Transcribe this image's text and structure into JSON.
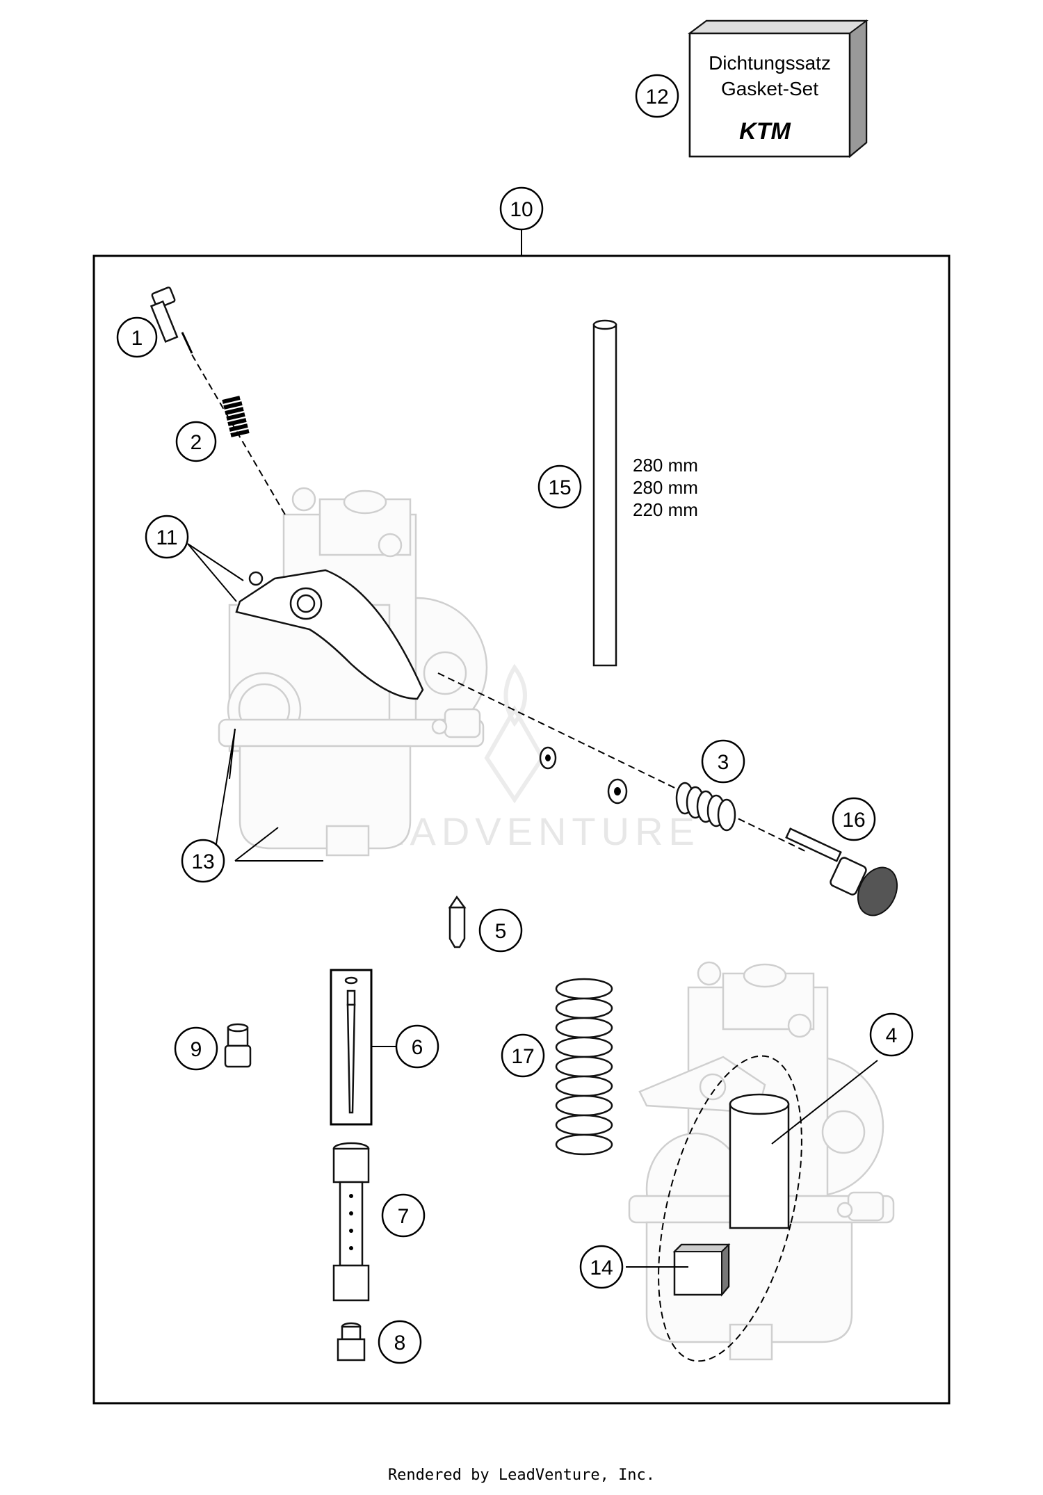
{
  "callouts": {
    "c1": "1",
    "c2": "2",
    "c3": "3",
    "c4": "4",
    "c5": "5",
    "c6": "6",
    "c7": "7",
    "c8": "8",
    "c9": "9",
    "c10": "10",
    "c11": "11",
    "c12": "12",
    "c13": "13",
    "c14": "14",
    "c15": "15",
    "c16": "16",
    "c17": "17"
  },
  "gasket_box": {
    "line1": "Dichtungssatz",
    "line2": "Gasket-Set",
    "brand": "KTM"
  },
  "hose_lengths": [
    "280 mm",
    "280 mm",
    "220 mm"
  ],
  "watermark": "LEADVENTURE",
  "footer": "Rendered by LeadVenture, Inc."
}
